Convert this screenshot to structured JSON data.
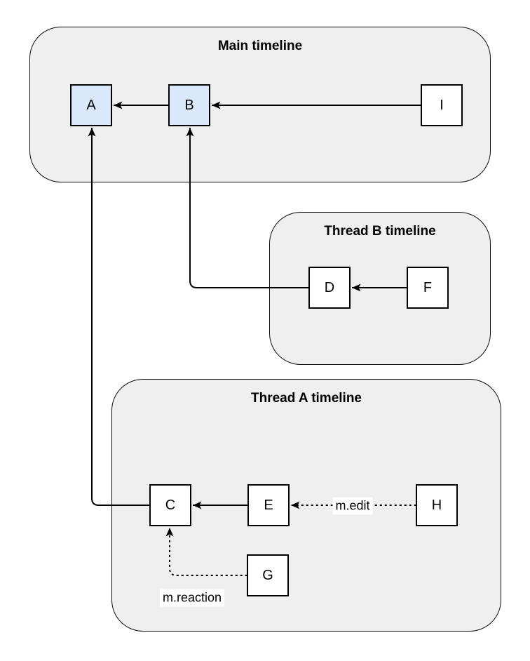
{
  "containers": {
    "main": {
      "title": "Main timeline"
    },
    "thread_b": {
      "title": "Thread B timeline"
    },
    "thread_a": {
      "title": "Thread A timeline"
    }
  },
  "nodes": {
    "A": {
      "label": "A",
      "highlighted": true,
      "timeline": "main"
    },
    "B": {
      "label": "B",
      "highlighted": true,
      "timeline": "main"
    },
    "I": {
      "label": "I",
      "highlighted": false,
      "timeline": "main"
    },
    "D": {
      "label": "D",
      "highlighted": false,
      "timeline": "thread_b"
    },
    "F": {
      "label": "F",
      "highlighted": false,
      "timeline": "thread_b"
    },
    "C": {
      "label": "C",
      "highlighted": false,
      "timeline": "thread_a"
    },
    "E": {
      "label": "E",
      "highlighted": false,
      "timeline": "thread_a"
    },
    "H": {
      "label": "H",
      "highlighted": false,
      "timeline": "thread_a"
    },
    "G": {
      "label": "G",
      "highlighted": false,
      "timeline": "thread_a"
    }
  },
  "edges": {
    "b_to_a": {
      "from": "B",
      "to": "A",
      "style": "solid",
      "label": ""
    },
    "i_to_b": {
      "from": "I",
      "to": "B",
      "style": "solid",
      "label": ""
    },
    "f_to_d": {
      "from": "F",
      "to": "D",
      "style": "solid",
      "label": ""
    },
    "d_to_b": {
      "from": "D",
      "to": "B",
      "style": "solid",
      "label": ""
    },
    "e_to_c": {
      "from": "E",
      "to": "C",
      "style": "solid",
      "label": ""
    },
    "c_to_a": {
      "from": "C",
      "to": "A",
      "style": "solid",
      "label": ""
    },
    "h_to_e": {
      "from": "H",
      "to": "E",
      "style": "dotted",
      "label": "m.edit"
    },
    "g_to_c": {
      "from": "G",
      "to": "C",
      "style": "dotted",
      "label": "m.reaction"
    }
  },
  "colors": {
    "highlight_node_fill": "#dae8fc",
    "node_fill": "#ffffff",
    "container_fill": "#efefef",
    "stroke": "#000000",
    "background": "#ffffff"
  }
}
